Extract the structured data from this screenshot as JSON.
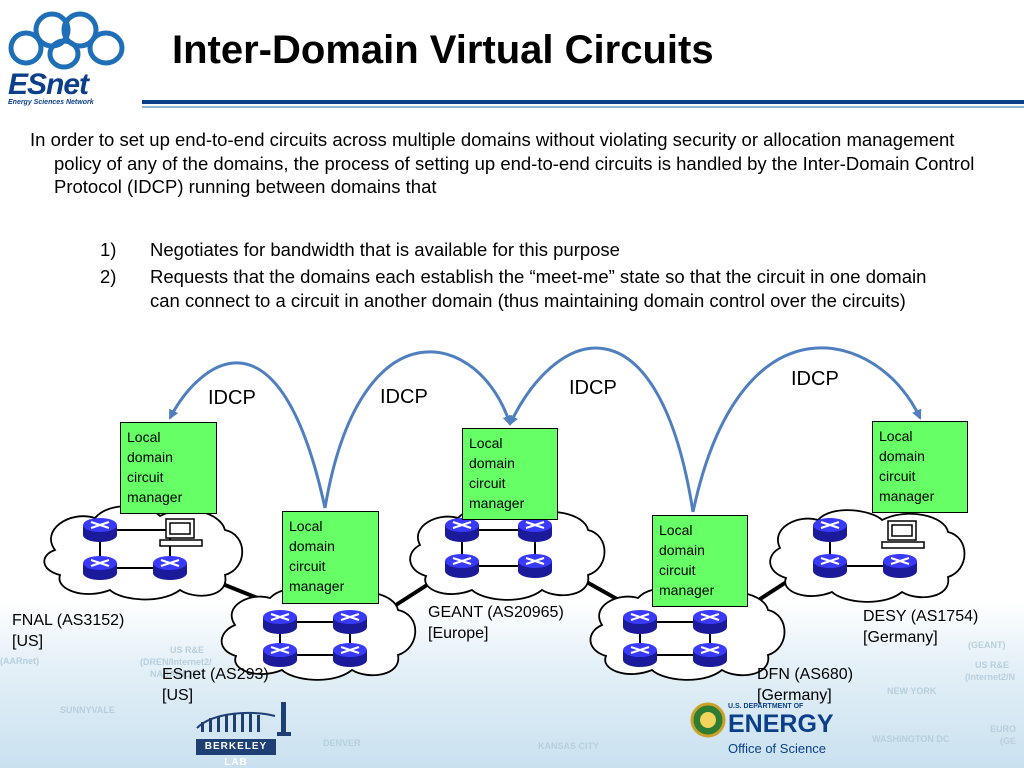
{
  "slide": {
    "title": "Inter-Domain Virtual Circuits",
    "logo": {
      "name": "ESnet",
      "tagline": "Energy Sciences Network"
    },
    "intro": "In order to set up end-to-end circuits across multiple domains without violating security or allocation management policy of any of the domains, the process of setting up end-to-end circuits is handled by the Inter-Domain Control Protocol  (IDCP) running between domains that",
    "list": [
      {
        "num": "1)",
        "text": "Negotiates for bandwidth that is available for this purpose"
      },
      {
        "num": "2)",
        "text": "Requests that the domains each establish the “meet-me” state so that the circuit in one domain can connect to a circuit in another domain (thus maintaining domain control over the circuits)"
      }
    ]
  },
  "diagram": {
    "protocol_label": "IDCP",
    "manager_lines": [
      "Local",
      "domain",
      "circuit",
      "manager"
    ],
    "domains": [
      {
        "id": "fnal",
        "line1": "FNAL (AS3152)",
        "line2": "[US]"
      },
      {
        "id": "esnet",
        "line1": "ESnet (AS293)",
        "line2": "[US]"
      },
      {
        "id": "geant",
        "line1": "GEANT (AS20965)",
        "line2": "[Europe]"
      },
      {
        "id": "dfn",
        "line1": "DFN (AS680)",
        "line2": "[Germany]"
      },
      {
        "id": "desy",
        "line1": "DESY (AS1754)",
        "line2": "[Germany]"
      }
    ],
    "colors": {
      "cloud_border": "#000000",
      "manager_fill": "#66ff66",
      "arc": "#4f7fbf",
      "router": "#2b2bd6"
    }
  },
  "background_map": {
    "labels": [
      "US R&E",
      "(DREN/Internet2/",
      "NASA/NLR)",
      "SUNNYVALE",
      "DENVER",
      "KANSAS CITY",
      "NEW YORK",
      "WASHINGTON DC",
      "(AARnet)",
      "(GEANT)",
      "US R&E",
      "(Internet2/N",
      "EURO",
      "(GE"
    ]
  },
  "footer": {
    "berkeley": "BERKELEY LAB",
    "doe_dept": "U.S. DEPARTMENT OF",
    "doe_name": "ENERGY",
    "doe_office": "Office of Science"
  }
}
